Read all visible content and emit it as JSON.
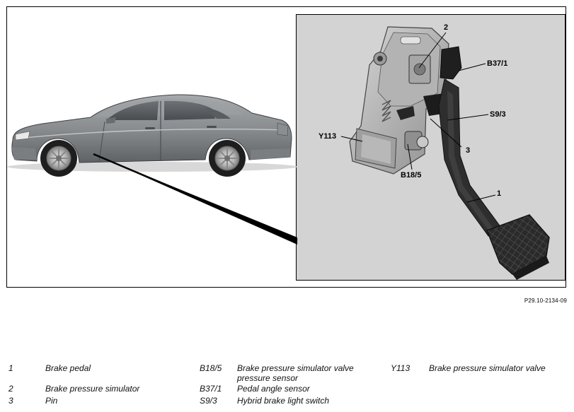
{
  "figure": {
    "id": "P29.10-2134-09"
  },
  "callouts": {
    "c2": "2",
    "b37_1": "B37/1",
    "s9_3": "S9/3",
    "y113": "Y113",
    "c3": "3",
    "b18_5": "B18/5",
    "c1": "1"
  },
  "legend": [
    {
      "code": "1",
      "text": "Brake pedal"
    },
    {
      "code": "2",
      "text": "Brake pressure simulator"
    },
    {
      "code": "3",
      "text": "Pin"
    },
    {
      "code": "B18/5",
      "text": "Brake pressure simulator valve pressure sensor"
    },
    {
      "code": "B37/1",
      "text": "Pedal angle sensor"
    },
    {
      "code": "S9/3",
      "text": "Hybrid brake light switch"
    },
    {
      "code": "Y113",
      "text": "Brake pressure simulator valve"
    }
  ],
  "colors": {
    "panel_bg": "#d3d3d3",
    "car_body": "#8c8f92",
    "pedal": "#2e2e2e",
    "simulator_housing": "#b9b9b9"
  },
  "icons": {
    "car": "sedan-side-view",
    "pedal_assembly": "brake-pedal-assembly"
  }
}
